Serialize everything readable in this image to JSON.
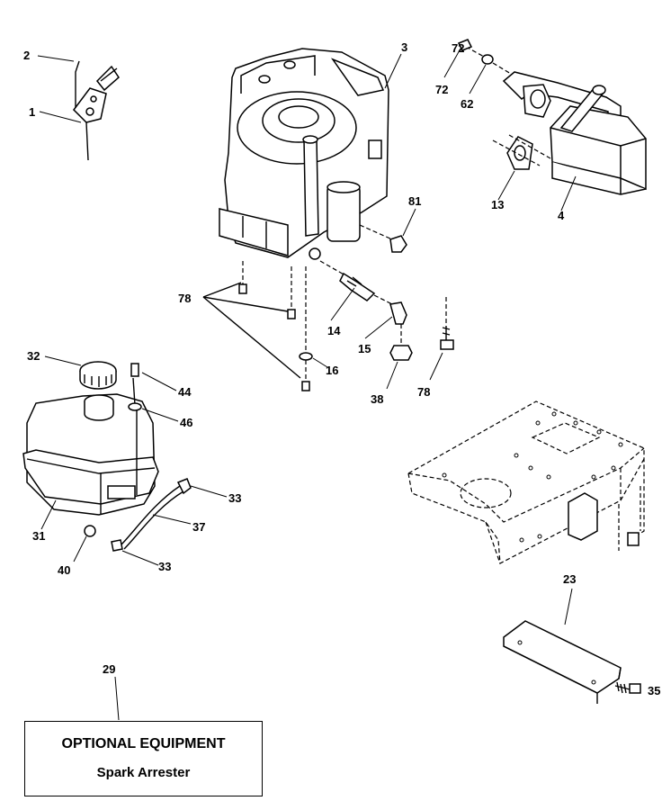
{
  "callouts": {
    "c1": "1",
    "c2": "2",
    "c3": "3",
    "c4": "4",
    "c13": "13",
    "c14": "14",
    "c15": "15",
    "c16": "16",
    "c23": "23",
    "c29": "29",
    "c31": "31",
    "c32": "32",
    "c33a": "33",
    "c33b": "33",
    "c35": "35",
    "c37": "37",
    "c38": "38",
    "c40": "40",
    "c44": "44",
    "c46": "46",
    "c62": "62",
    "c72": "72",
    "c78a": "78",
    "c78b": "78",
    "c81": "81"
  },
  "optional_box": {
    "title": "OPTIONAL EQUIPMENT",
    "subtitle": "Spark Arrester"
  }
}
